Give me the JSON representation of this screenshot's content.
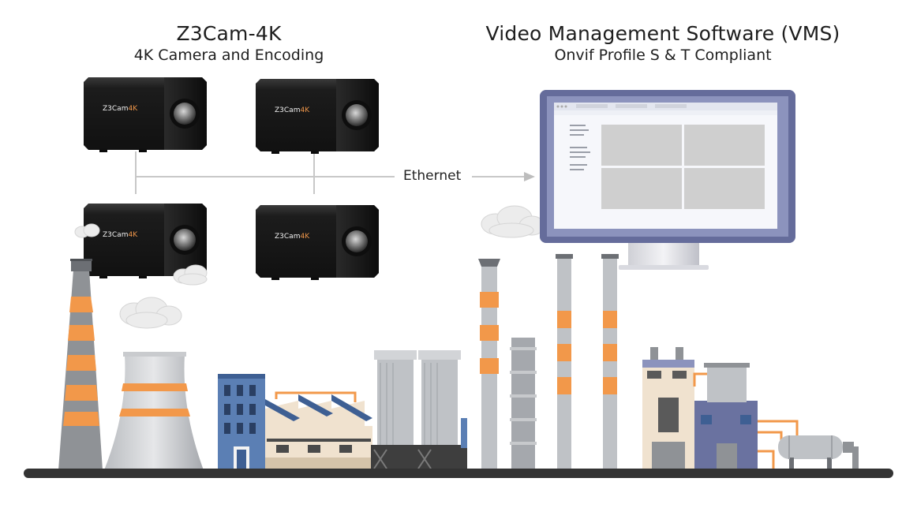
{
  "camera_group": {
    "title": "Z3Cam-4K",
    "subtitle": "4K Camera and Encoding",
    "cameras": [
      {
        "brand": "Z3Cam-4K"
      },
      {
        "brand": "Z3Cam-4K"
      },
      {
        "brand": "Z3Cam-4K"
      },
      {
        "brand": "Z3Cam-4K"
      }
    ]
  },
  "vms": {
    "title": "Video Management Software (VMS)",
    "subtitle": "Onvif Profile S & T Compliant"
  },
  "connection": {
    "label": "Ethernet"
  },
  "colors": {
    "accent_orange": "#f2984a",
    "stack_gray": "#8f9296",
    "ground": "#333333",
    "monitor_frame": "#6a72a0",
    "camera_body": "#1b1b1b"
  }
}
